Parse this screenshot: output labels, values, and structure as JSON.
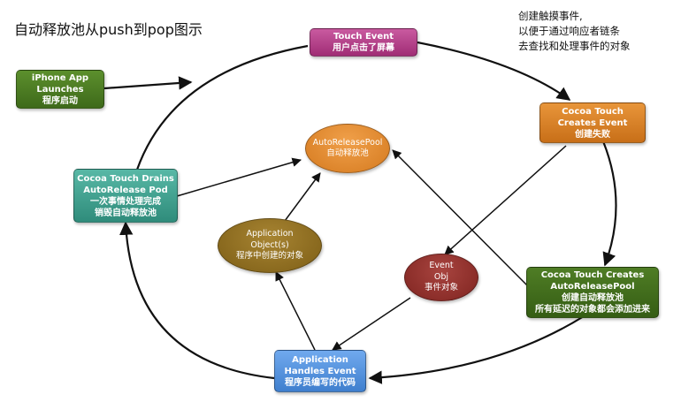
{
  "title": "自动释放池从push到pop图示",
  "note": [
    "创建触摸事件,",
    "以便于通过响应者链条",
    "去查找和处理事件的对象"
  ],
  "nodes": {
    "touch_event": {
      "lines": [
        "Touch Event",
        "用户点击了屏幕"
      ],
      "color": "#b53a85"
    },
    "iphone_app": {
      "lines": [
        "iPhone App",
        "Launches",
        "程序启动"
      ],
      "color": "#4d7a22"
    },
    "cocoa_creates_event": {
      "lines": [
        "Cocoa Touch",
        "Creates Event",
        "创建失败"
      ],
      "color": "#d87f22"
    },
    "autoreleasepool": {
      "lines": [
        "AutoReleasePool",
        "自动释放池"
      ],
      "color": "#dd8126"
    },
    "cocoa_drains": {
      "lines": [
        "Cocoa Touch Drains",
        "AutoRelease Pod",
        "一次事情处理完成",
        "销毁自动释放池"
      ],
      "color": "#3ea08f"
    },
    "app_objects": {
      "lines": [
        "Application",
        "Object(s)",
        "程序中创建的对象"
      ],
      "color": "#8a6a1f"
    },
    "event_obj": {
      "lines": [
        "Event",
        "Obj",
        "事件对象"
      ],
      "color": "#8e2d2a"
    },
    "cocoa_creates_pool": {
      "lines": [
        "Cocoa Touch Creates",
        "AutoReleasePool",
        "创建自动释放池",
        "所有延迟的对象都会添加进来"
      ],
      "color": "#3f6a1c"
    },
    "app_handles": {
      "lines": [
        "Application",
        "Handles Event",
        "程序员编写的代码"
      ],
      "color": "#4f8ed8"
    }
  }
}
